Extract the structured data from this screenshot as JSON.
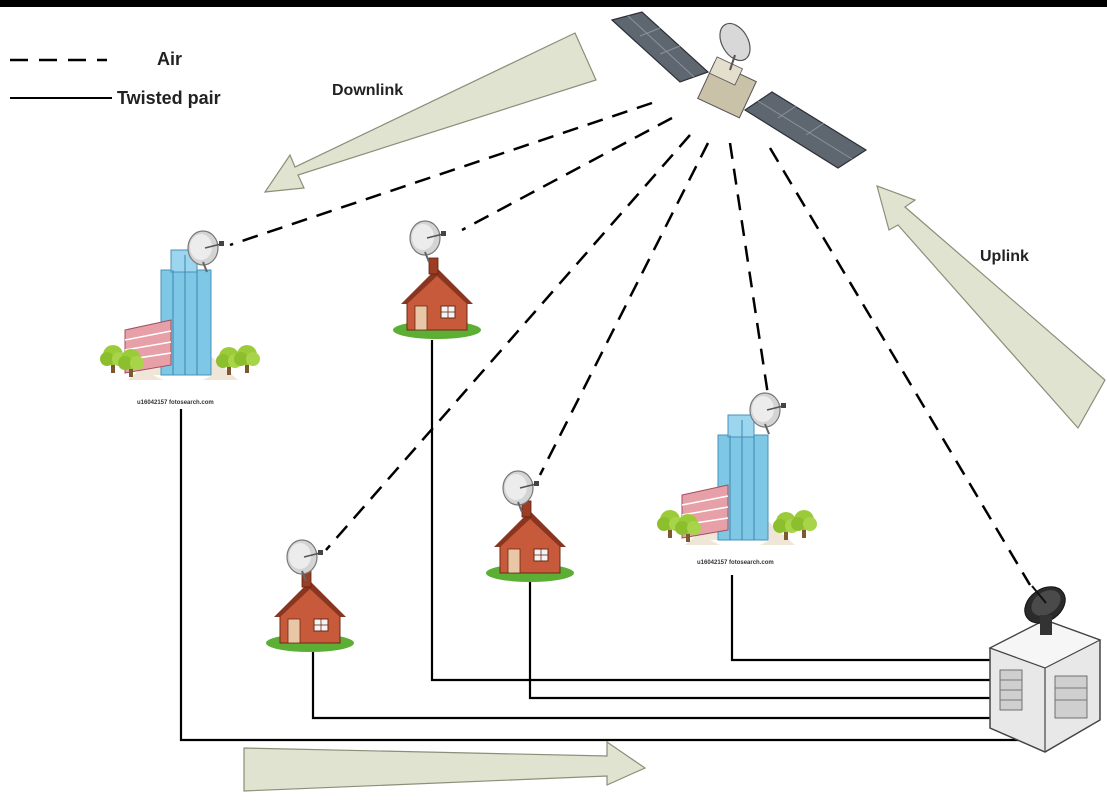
{
  "legend": {
    "air_label": "Air",
    "twisted_pair_label": "Twisted pair"
  },
  "labels": {
    "downlink": "Downlink",
    "uplink": "Uplink"
  },
  "watermarks": {
    "office_1": "u16042157 fotosearch.com",
    "office_2": "u16042157 fotosearch.com"
  },
  "colors": {
    "arrow_fill": "#dfe3cf",
    "arrow_stroke": "#8a8f78",
    "house_roof": "#a8442a",
    "house_wall": "#c65a3a",
    "grass": "#5cae34",
    "building_glass": "#7ec8e6",
    "tree_green": "#9ccb3a",
    "dish": "#cfcfcf"
  }
}
